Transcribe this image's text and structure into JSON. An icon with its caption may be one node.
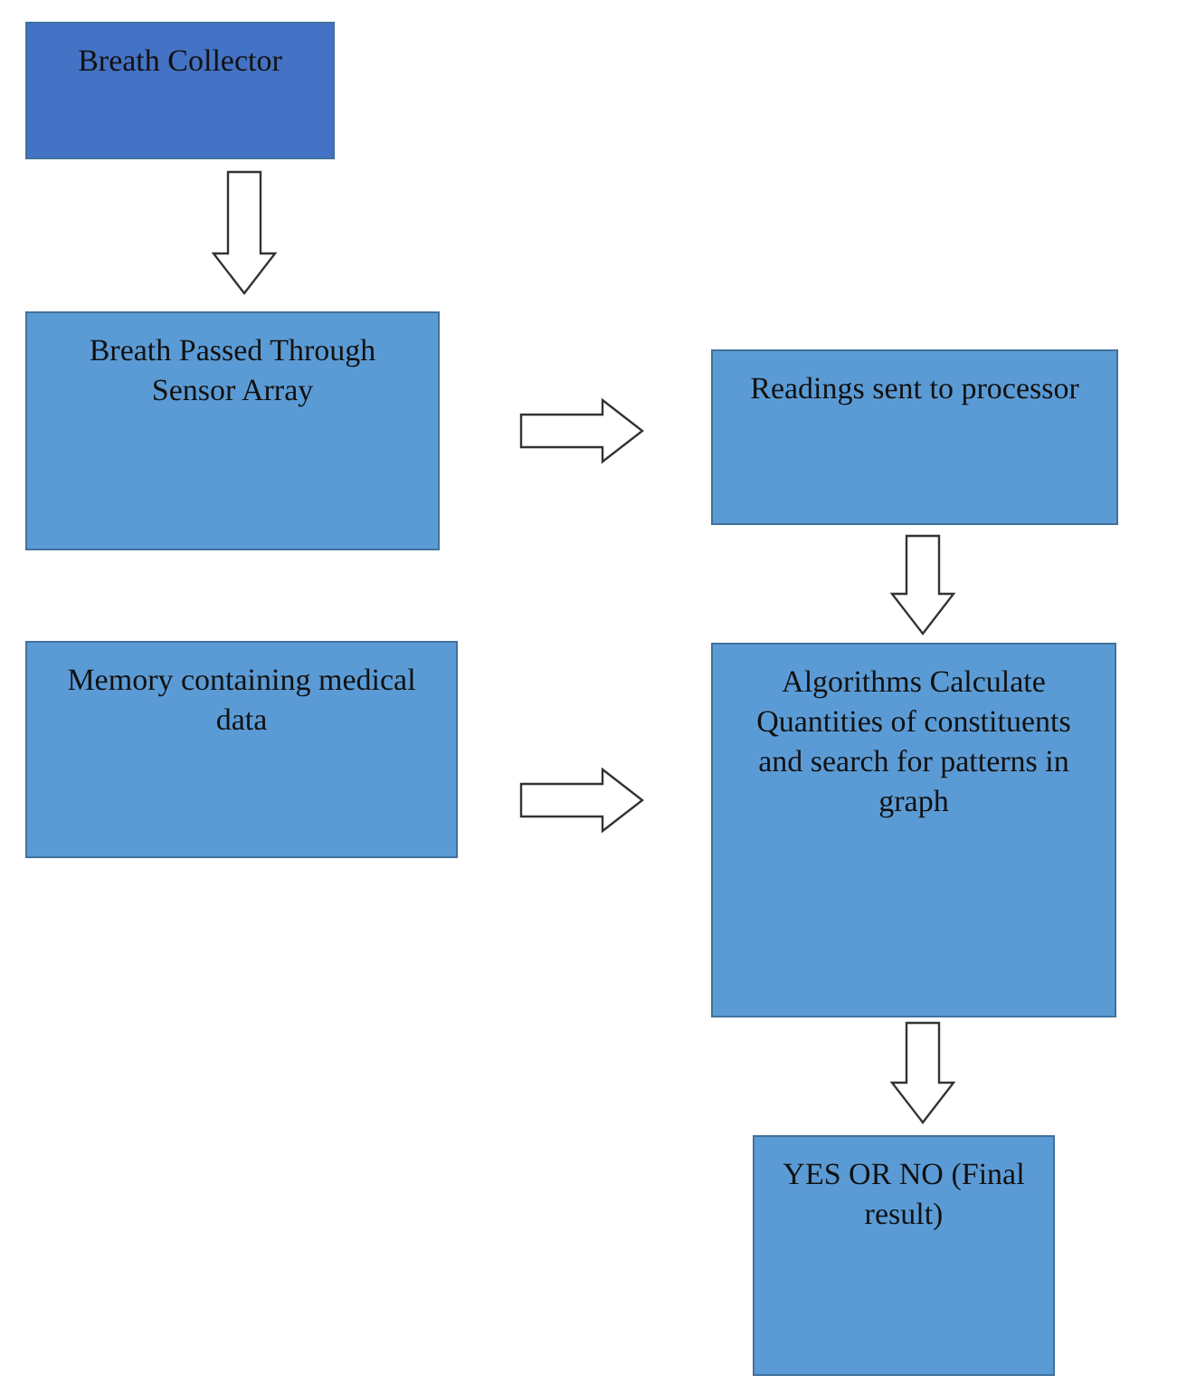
{
  "diagram": {
    "nodes": [
      {
        "text": [
          "Breath Collector"
        ]
      },
      {
        "text": [
          "Breath Passed Through Sensor Array"
        ]
      },
      {
        "text": [
          "Readings sent to processor"
        ]
      },
      {
        "text": [
          "Memory containing medical data"
        ]
      },
      {
        "text": [
          "Algorithms Calculate Quantities of constituents and search for patterns in graph"
        ]
      },
      {
        "text": [
          "YES OR NO (Final result)"
        ]
      }
    ],
    "edges": [
      {
        "from": 0,
        "to": 1,
        "arrow": "to"
      },
      {
        "from": 1,
        "to": 2,
        "arrow": "to"
      },
      {
        "from": 2,
        "to": 4,
        "arrow": "to"
      },
      {
        "from": 3,
        "to": 4,
        "arrow": "to"
      },
      {
        "from": 4,
        "to": 5,
        "arrow": "to"
      }
    ]
  }
}
